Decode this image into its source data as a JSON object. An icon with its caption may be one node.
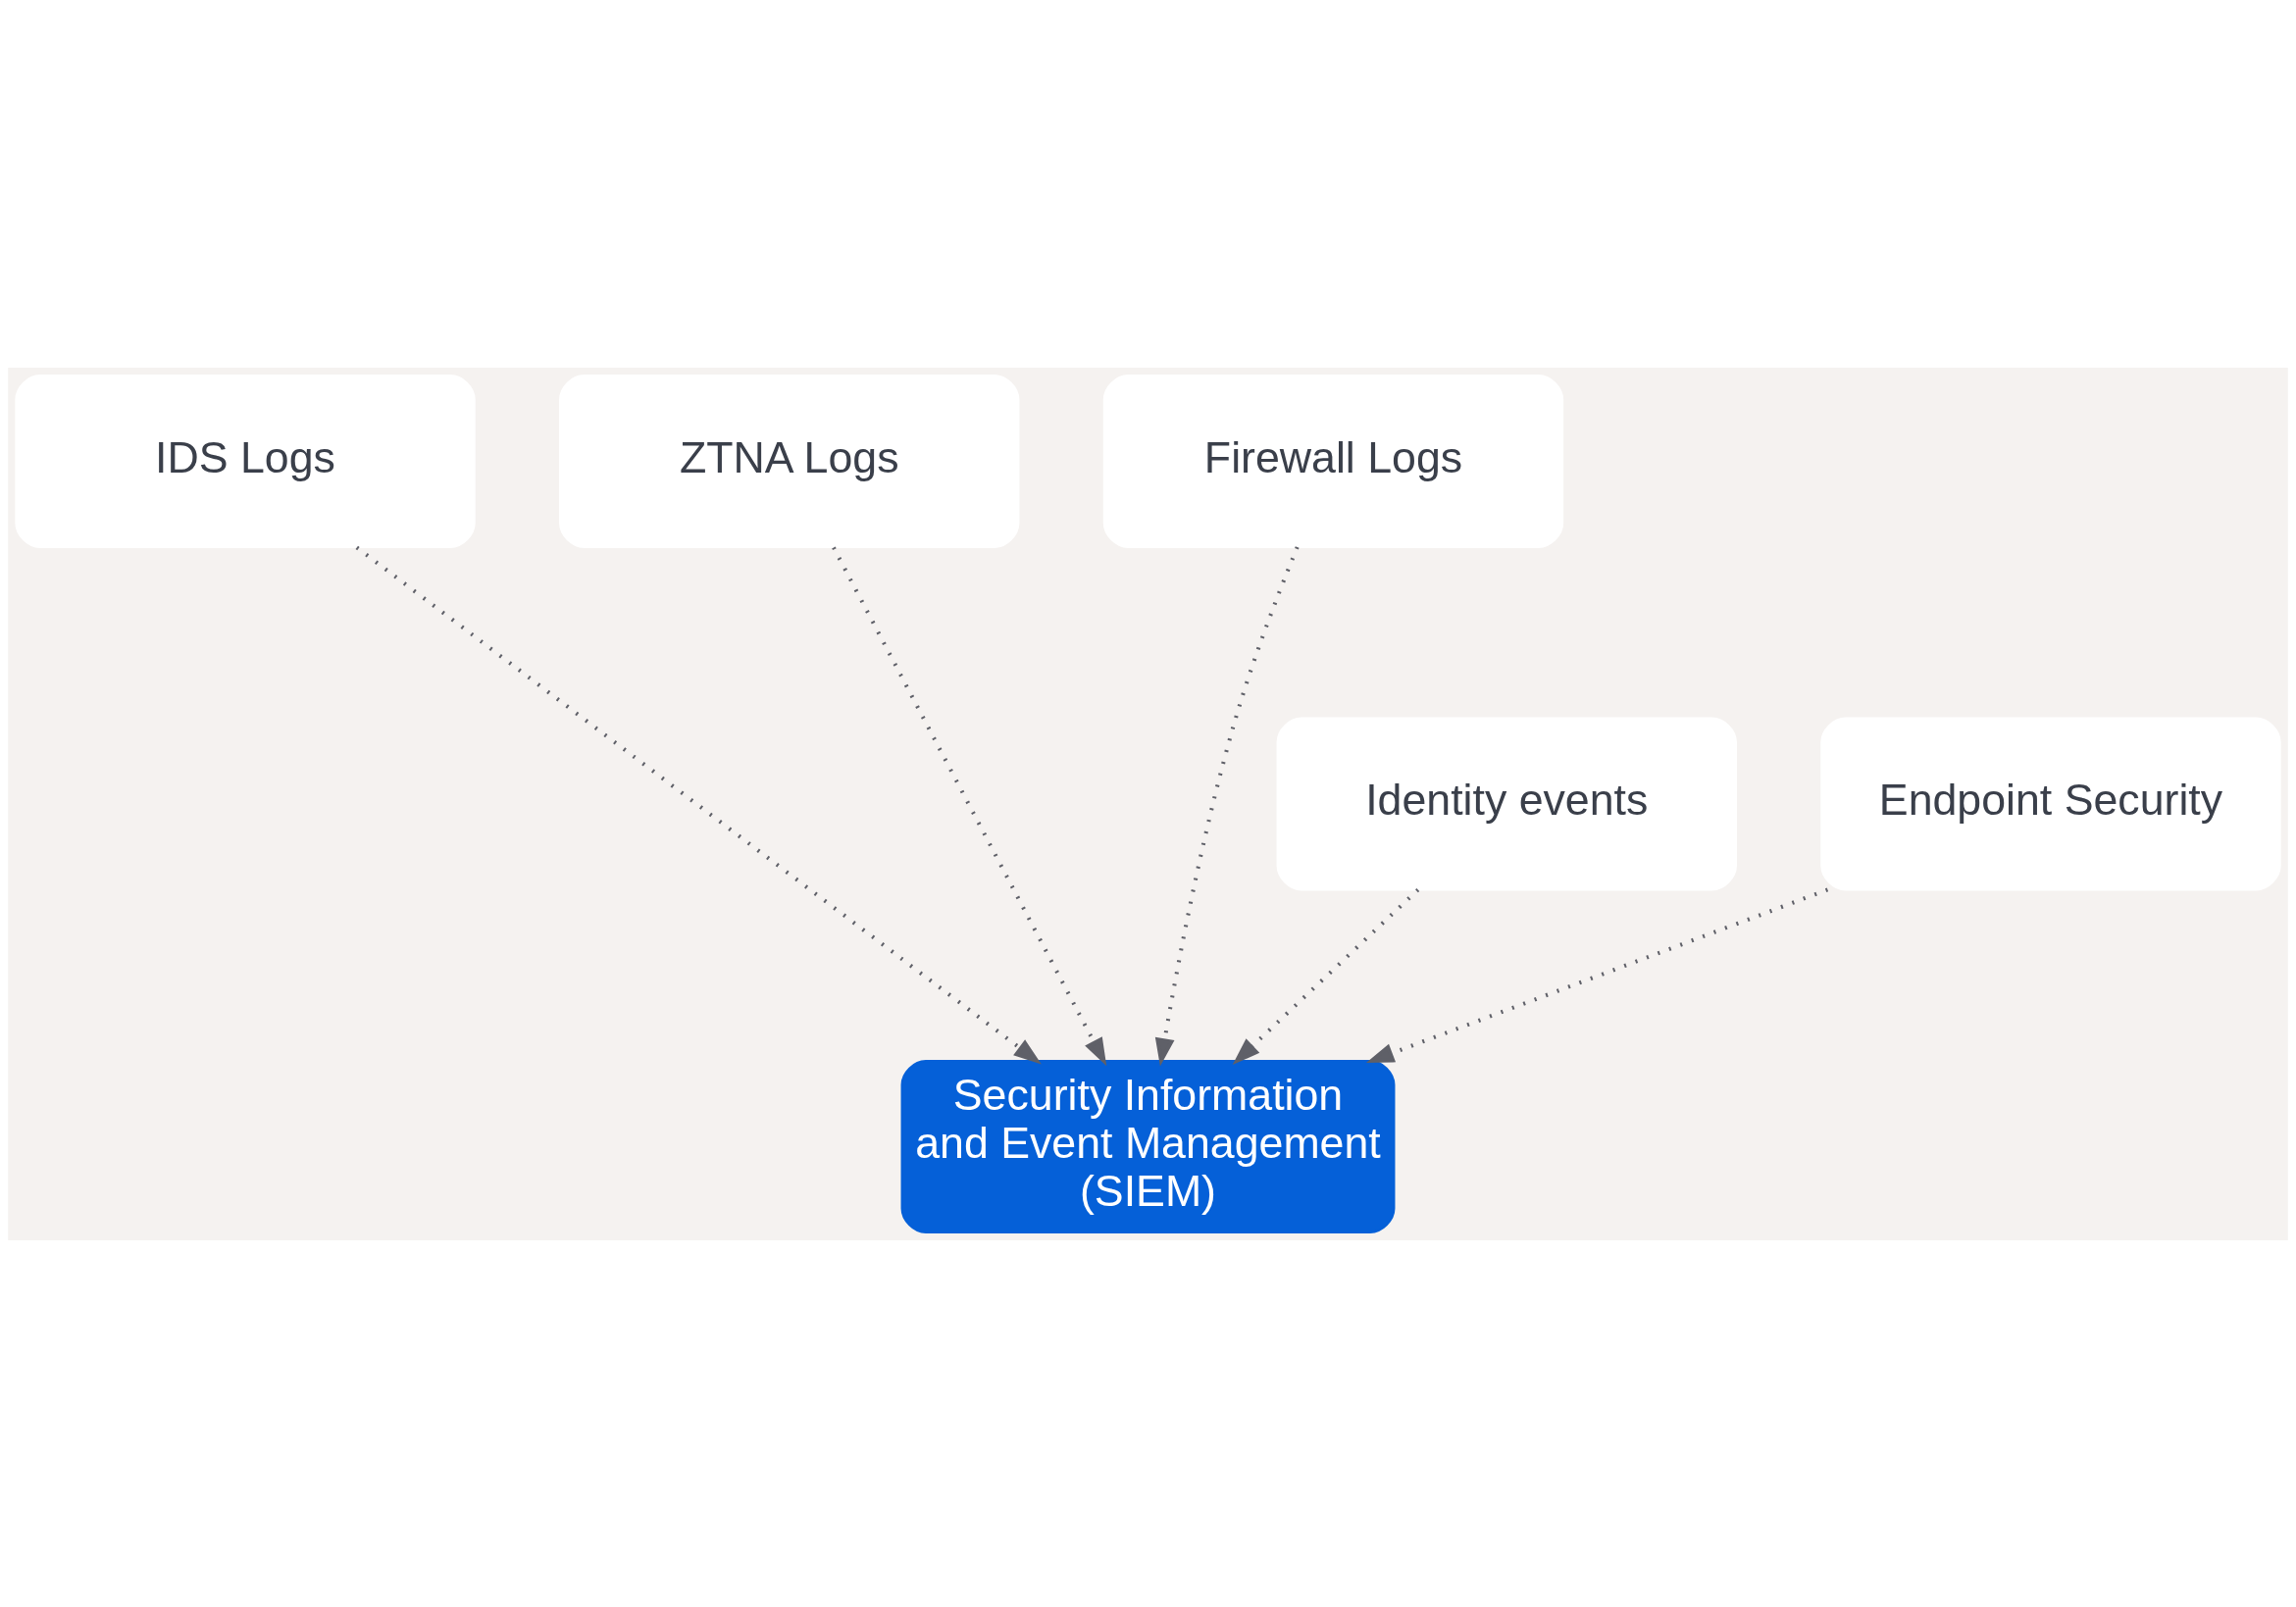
{
  "diagram": {
    "nodes": [
      {
        "text": [
          "IDS Logs"
        ]
      },
      {
        "text": [
          "ZTNA Logs"
        ]
      },
      {
        "text": [
          "Firewall Logs"
        ]
      },
      {
        "text": [
          "Identity events"
        ]
      },
      {
        "text": [
          "Endpoint Security"
        ]
      },
      {
        "text": [
          "Security Information and Event Management (SIEM)"
        ]
      }
    ],
    "edges": [
      {
        "from": 0,
        "to": 5,
        "arrow": "to",
        "style": "dashed"
      },
      {
        "from": 3,
        "to": 5,
        "arrow": "to",
        "style": "dashed"
      },
      {
        "from": 1,
        "to": 5,
        "arrow": "to",
        "style": "dashed"
      },
      {
        "from": 4,
        "to": 5,
        "arrow": "to",
        "style": "dashed"
      },
      {
        "from": 2,
        "to": 5,
        "arrow": "to",
        "style": "dashed"
      }
    ]
  }
}
